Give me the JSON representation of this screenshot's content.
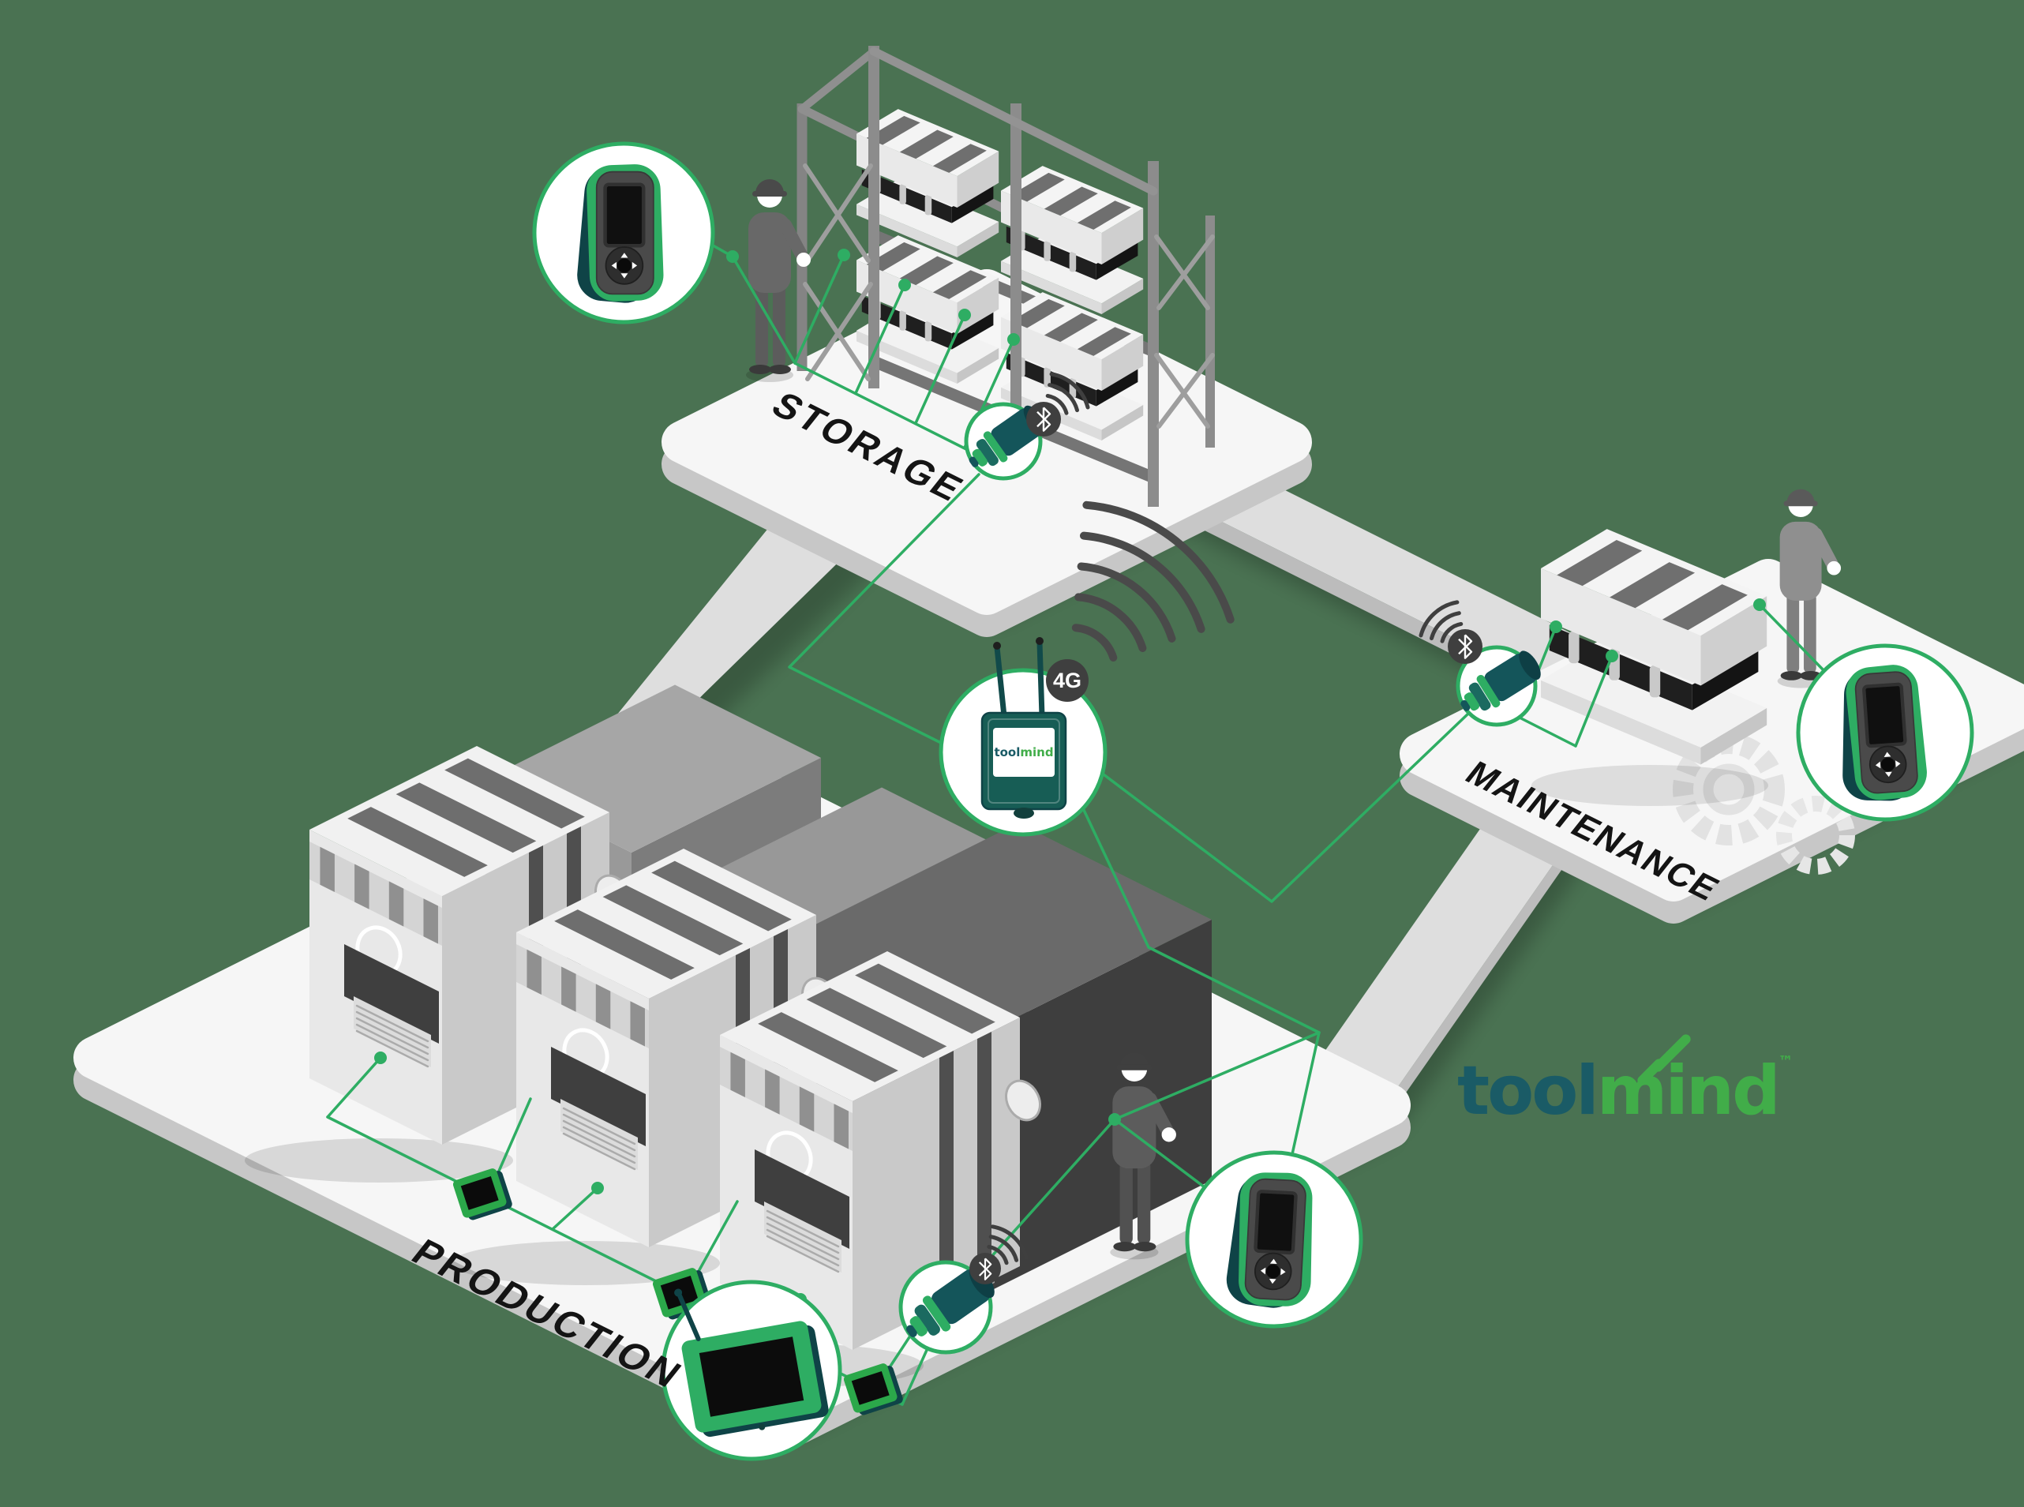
{
  "zones": {
    "storage": "STORAGE",
    "maintenance": "MAINTENANCE",
    "production": "PRODUCTION"
  },
  "gateway": {
    "badge": "4G",
    "label_tool": "tool",
    "label_mind": "mind"
  },
  "logo": {
    "tool": "tool",
    "mind": "mind",
    "tm": "™"
  },
  "icons": {
    "bluetooth-icon": "bluetooth rune in dark circle",
    "wifi-signal-icon": "concentric arcs",
    "logo-signal-icon": "double slash"
  },
  "colors": {
    "background": "#4A7252",
    "accent_green": "#2EAD63",
    "logo_green": "#41AD49",
    "logo_teal": "#1A5B66",
    "tablet_green": "#2BA84A",
    "teal_device": "#175D55",
    "teal_dark": "#0F4347",
    "badge_gray": "#3F3F3F",
    "arc_gray": "#4A4A4A",
    "platform_top": "#F6F6F6",
    "platform_side": "#C7C7C7",
    "path_top": "#DEDEDE",
    "path_side": "#BCBCBC",
    "label_black": "#141414",
    "white": "#FFFFFF"
  }
}
